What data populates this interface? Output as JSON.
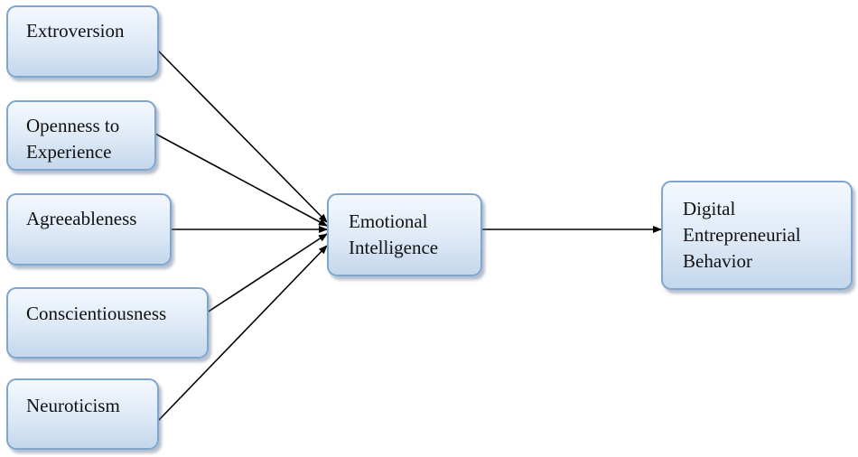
{
  "predictors": [
    {
      "label": "Extroversion"
    },
    {
      "label_lines": [
        "Openness to",
        "Experience"
      ]
    },
    {
      "label": "Agreeableness"
    },
    {
      "label": "Conscientiousness"
    },
    {
      "label": "Neuroticism"
    }
  ],
  "mediator": {
    "label_lines": [
      "Emotional",
      "Intelligence"
    ]
  },
  "outcome": {
    "label_lines": [
      "Digital",
      "Entrepreneurial",
      "Behavior"
    ]
  },
  "colors": {
    "box_border": "#7ea6cf",
    "box_fill_top": "#f4f8fd",
    "box_fill_bottom": "#c4d7ec",
    "arrow": "#000000",
    "text": "#111111"
  }
}
